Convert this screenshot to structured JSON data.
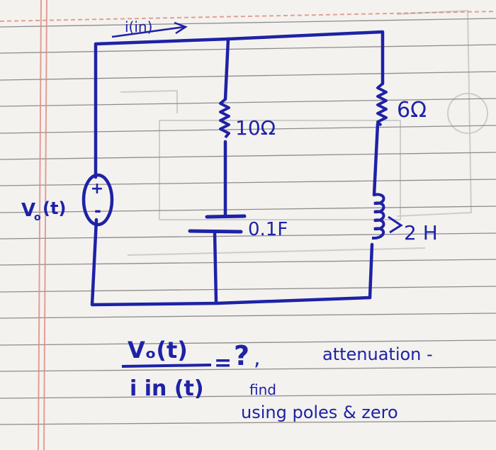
{
  "current_label": "i(in)",
  "source_label": "V",
  "source_subscript": "o",
  "source_arg": "(t)",
  "source_plus": "+",
  "source_minus": "-",
  "r1_label": "10Ω",
  "r2_label": "6Ω",
  "cap_label": "0.1F",
  "ind_label": "2 H",
  "equation": {
    "numerator": "Vₒ(t)",
    "denominator": "i in (t)",
    "equals": "=",
    "question": "?",
    "comma": ",",
    "attenuation": "attenuation -"
  },
  "note_find": "find",
  "note_using": "using poles & zero",
  "colors": {
    "ink": "#1e22a6",
    "paper": "#f4f2ef",
    "rule_line": "#2b2b2b",
    "margin_line": "#e08a7f"
  }
}
